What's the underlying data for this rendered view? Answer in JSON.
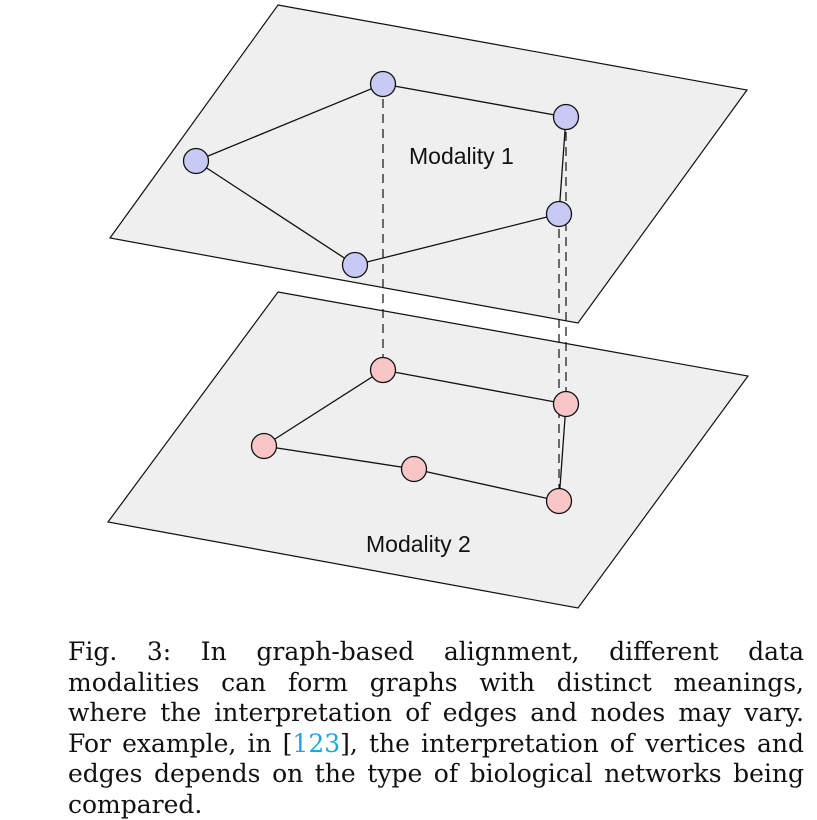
{
  "figure": {
    "plane_top_label": "Modality 1",
    "plane_bottom_label": "Modality 2",
    "colors": {
      "plane_fill": "#efefef",
      "plane_stroke": "#111111",
      "node_top_fill": "#c9c9f5",
      "node_bottom_fill": "#f8c6c6",
      "edge": "#111111"
    }
  },
  "caption": {
    "prefix": "Fig. 3: In graph-based alignment, different data modalities can form graphs with distinct meanings, where the interpre­tation of edges and nodes may vary. For example, in [",
    "citation": "123",
    "suffix": "], the interpretation of vertices and edges depends on the type of biological networks being compared."
  }
}
